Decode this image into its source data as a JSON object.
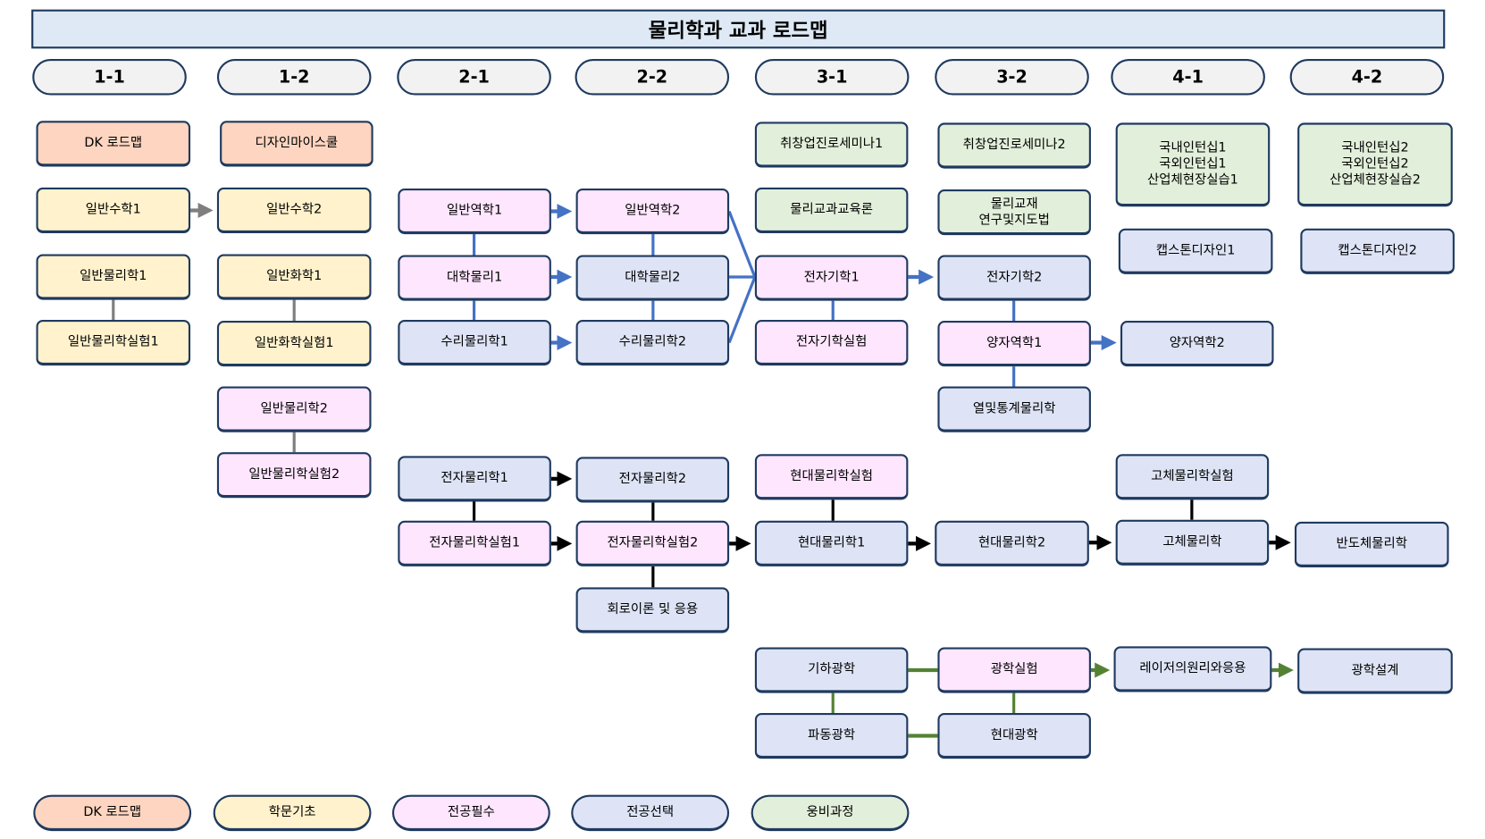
{
  "title": "물리학과 교과 로드맵",
  "semesters": [
    "1-1",
    "1-2",
    "2-1",
    "2-2",
    "3-1",
    "3-2",
    "4-1",
    "4-2"
  ],
  "colors": {
    "dk": "#fdd5c0",
    "basic": "#fff2cc",
    "req": "#ffe6ff",
    "elec": "#dee4f6",
    "ung": "#e2efda",
    "border": "#1f3a5f",
    "blue_line": "#4472c4",
    "gray_line": "#7f7f7f",
    "green_line": "#548235",
    "black_line": "#000000"
  },
  "courses": {
    "dk_roadmap": {
      "label": "DK 로드맵",
      "category": "dk"
    },
    "design_myschool": {
      "label": "디자인마이스쿨",
      "category": "dk"
    },
    "gen_math1": {
      "label": "일반수학1",
      "category": "basic"
    },
    "gen_math2": {
      "label": "일반수학2",
      "category": "basic"
    },
    "gen_phys1": {
      "label": "일반물리학1",
      "category": "basic"
    },
    "gen_chem1": {
      "label": "일반화학1",
      "category": "basic"
    },
    "gen_phys_lab1": {
      "label": "일반물리학실험1",
      "category": "basic"
    },
    "gen_chem_lab1": {
      "label": "일반화학실험1",
      "category": "basic"
    },
    "gen_phys2": {
      "label": "일반물리학2",
      "category": "req"
    },
    "gen_phys_lab2": {
      "label": "일반물리학실험2",
      "category": "req"
    },
    "gen_mech1": {
      "label": "일반역학1",
      "category": "req"
    },
    "gen_mech2": {
      "label": "일반역학2",
      "category": "req"
    },
    "univ_phys1": {
      "label": "대학물리1",
      "category": "req"
    },
    "univ_phys2": {
      "label": "대학물리2",
      "category": "elec"
    },
    "math_phys1": {
      "label": "수리물리학1",
      "category": "elec"
    },
    "math_phys2": {
      "label": "수리물리학2",
      "category": "elec"
    },
    "career1": {
      "label": "취창업진로세미나1",
      "category": "ung"
    },
    "career2": {
      "label": "취창업진로세미나2",
      "category": "ung"
    },
    "intern1": {
      "label": "국내인턴십1\n국외인턴십1\n산업체현장실습1",
      "category": "ung"
    },
    "intern2": {
      "label": "국내인턴십2\n국외인턴십2\n산업체현장실습2",
      "category": "ung"
    },
    "phys_edu": {
      "label": "물리교과교육론",
      "category": "ung"
    },
    "phys_material": {
      "label": "물리교재\n연구및지도법",
      "category": "ung"
    },
    "capstone1": {
      "label": "캡스톤디자인1",
      "category": "elec"
    },
    "capstone2": {
      "label": "캡스톤디자인2",
      "category": "elec"
    },
    "em1": {
      "label": "전자기학1",
      "category": "req"
    },
    "em2": {
      "label": "전자기학2",
      "category": "elec"
    },
    "em_lab": {
      "label": "전자기학실험",
      "category": "req"
    },
    "qm1": {
      "label": "양자역학1",
      "category": "req"
    },
    "qm2": {
      "label": "양자역학2",
      "category": "elec"
    },
    "thermo": {
      "label": "열및통계물리학",
      "category": "elec"
    },
    "elec_phys1": {
      "label": "전자물리학1",
      "category": "elec"
    },
    "elec_phys2": {
      "label": "전자물리학2",
      "category": "elec"
    },
    "modern_lab": {
      "label": "현대물리학실험",
      "category": "req"
    },
    "solid_lab": {
      "label": "고체물리학실험",
      "category": "elec"
    },
    "elec_lab1": {
      "label": "전자물리학실험1",
      "category": "req"
    },
    "elec_lab2": {
      "label": "전자물리학실험2",
      "category": "req"
    },
    "modern1": {
      "label": "현대물리학1",
      "category": "elec"
    },
    "modern2": {
      "label": "현대물리학2",
      "category": "elec"
    },
    "solid": {
      "label": "고체물리학",
      "category": "elec"
    },
    "semi": {
      "label": "반도체물리학",
      "category": "elec"
    },
    "circuit": {
      "label": "회로이론 및 응용",
      "category": "elec"
    },
    "geo_optics": {
      "label": "기하광학",
      "category": "elec"
    },
    "optics_lab": {
      "label": "광학실험",
      "category": "req"
    },
    "laser": {
      "label": "레이저의원리와응용",
      "category": "elec"
    },
    "optics_design": {
      "label": "광학설계",
      "category": "elec"
    },
    "wave_optics": {
      "label": "파동광학",
      "category": "elec"
    },
    "modern_optics": {
      "label": "현대광학",
      "category": "elec"
    }
  },
  "legend": [
    {
      "label": "DK 로드맵",
      "category": "dk"
    },
    {
      "label": "학문기초",
      "category": "basic"
    },
    {
      "label": "전공필수",
      "category": "req"
    },
    {
      "label": "전공선택",
      "category": "elec"
    },
    {
      "label": "웅비과정",
      "category": "ung"
    }
  ]
}
